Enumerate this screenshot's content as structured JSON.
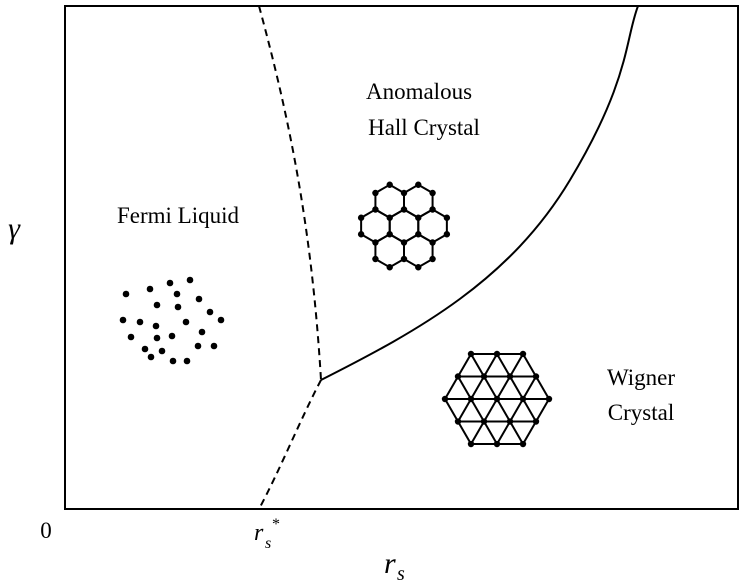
{
  "axes": {
    "x_label": {
      "base": "r",
      "sub": "s"
    },
    "y_label": "γ",
    "origin_label": "0",
    "critical_tick": {
      "base": "r",
      "sub": "s",
      "sup": "*"
    }
  },
  "phases": {
    "fermi_liquid": "Fermi Liquid",
    "anomalous_hall_crystal": {
      "line1": "Anomalous",
      "line2": "Hall Crystal"
    },
    "wigner_crystal": {
      "line1": "Wigner",
      "line2": "Crystal"
    }
  },
  "boundaries": {
    "fermi_liquid_vs_ahc": "dashed",
    "fermi_liquid_vs_wigner": "dashed",
    "ahc_vs_wigner": "solid"
  },
  "icons": {
    "fermi_liquid": "random-dots-icon",
    "anomalous_hall_crystal": "honeycomb-lattice-icon",
    "wigner_crystal": "triangular-lattice-icon"
  },
  "colors": {
    "ink": "#000000",
    "background": "#ffffff"
  }
}
